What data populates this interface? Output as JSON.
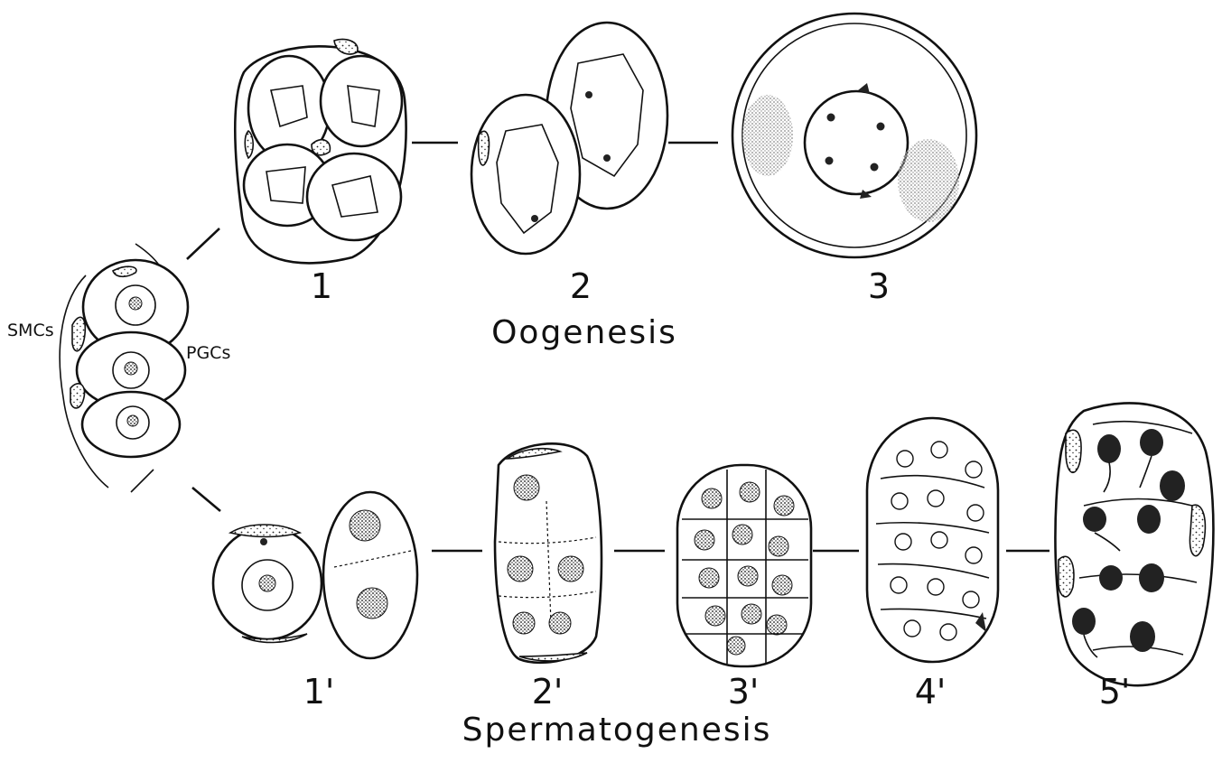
{
  "labels": {
    "smcs": "SMCs",
    "pgcs": "PGCs",
    "oogenesis": "Oogenesis",
    "spermatogenesis": "Spermatogenesis"
  },
  "oogenesis_stages": [
    "1",
    "2",
    "3"
  ],
  "spermatogenesis_stages": [
    "1'",
    "2'",
    "3'",
    "4'",
    "5'"
  ]
}
